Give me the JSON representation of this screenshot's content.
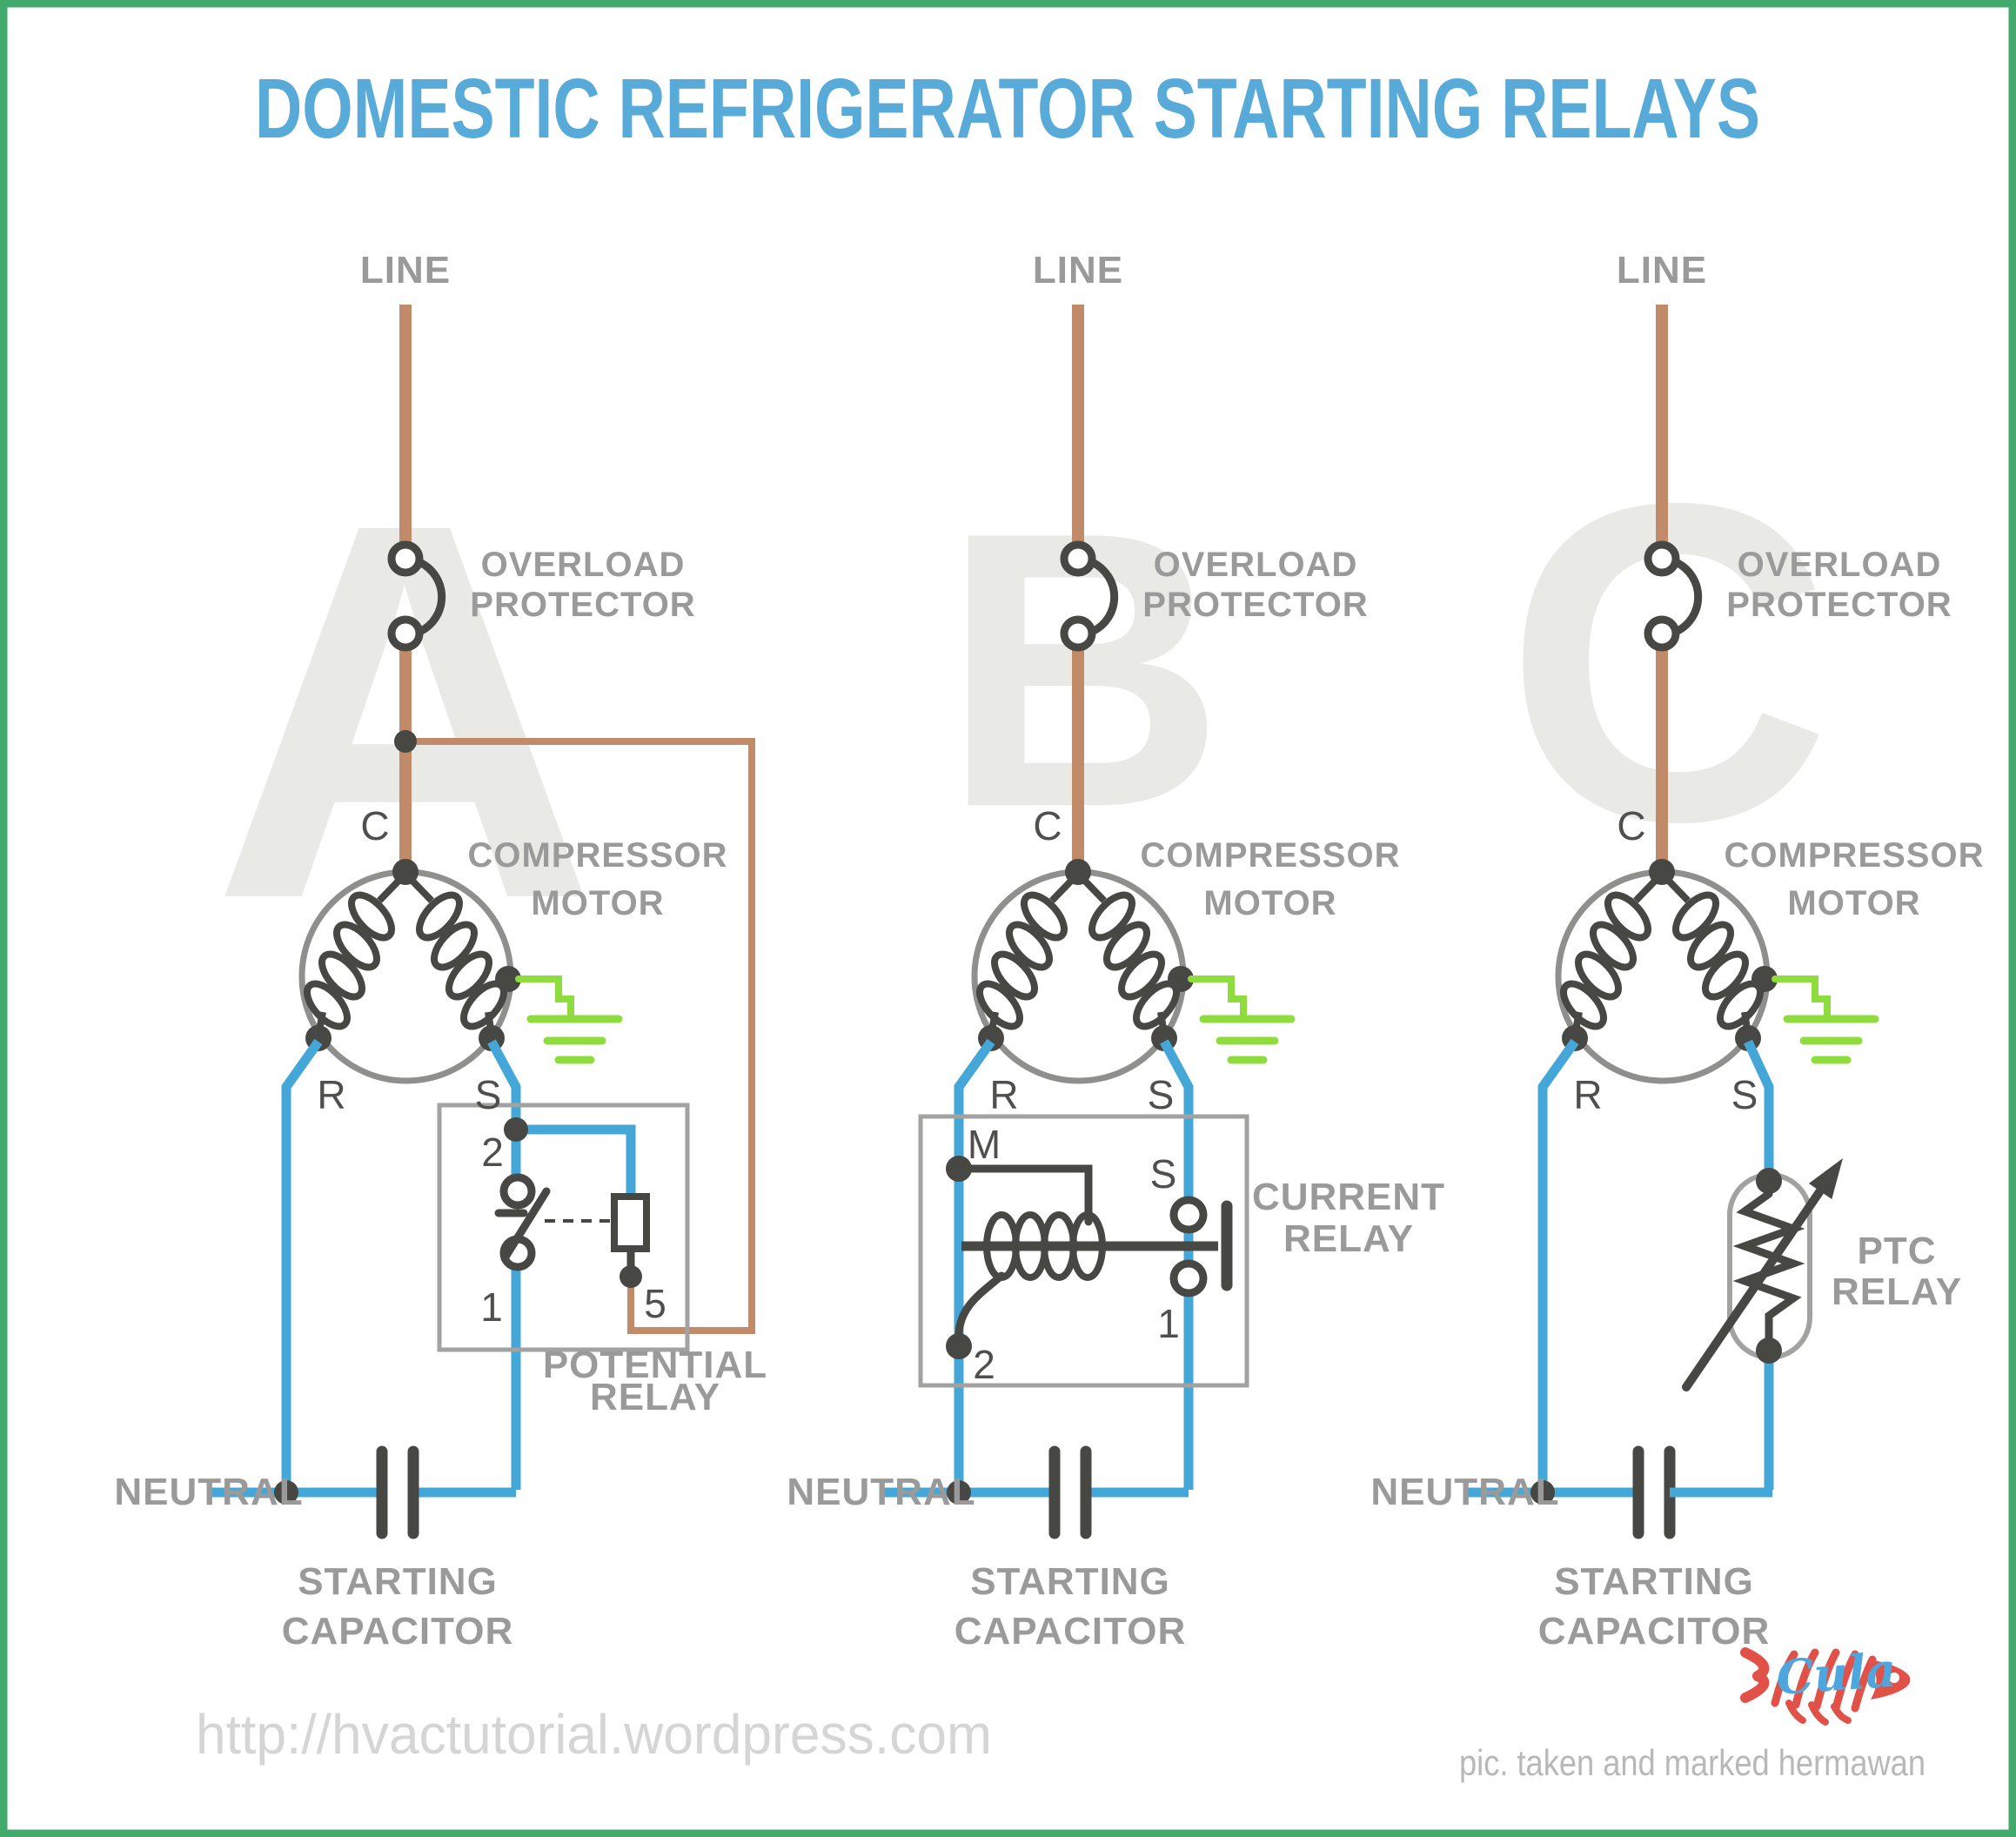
{
  "title": "DOMESTIC REFRIGERATOR STARTING RELAYS",
  "colors": {
    "title_blue": "#58abd9",
    "wire_blue": "#45a7d8",
    "wire_brown": "#c18a68",
    "ground_green": "#8edc3e",
    "border_green": "#41aa6c",
    "label_gray": "#9a9a9a",
    "symbol_dark": "#474743",
    "watermark_gray": "#e9e9e5",
    "logo_red": "#e25148",
    "logo_blue": "#4da7de"
  },
  "circuits": [
    {
      "watermark": "A",
      "line_label": "LINE",
      "overload_line1": "OVERLOAD",
      "overload_line2": "PROTECTOR",
      "motor_line1": "COMPRESSOR",
      "motor_line2": "MOTOR",
      "terminal_c": "C",
      "terminal_r": "R",
      "terminal_s": "S",
      "relay_line1": "POTENTIAL",
      "relay_line2": "RELAY",
      "relay_terminal_2": "2",
      "relay_terminal_1": "1",
      "relay_terminal_5": "5",
      "neutral_label": "NEUTRAL",
      "capacitor_line1": "STARTING",
      "capacitor_line2": "CAPACITOR"
    },
    {
      "watermark": "B",
      "line_label": "LINE",
      "overload_line1": "OVERLOAD",
      "overload_line2": "PROTECTOR",
      "motor_line1": "COMPRESSOR",
      "motor_line2": "MOTOR",
      "terminal_c": "C",
      "terminal_r": "R",
      "terminal_s": "S",
      "relay_line1": "CURRENT",
      "relay_line2": "RELAY",
      "relay_terminal_m": "M",
      "relay_terminal_s": "S",
      "relay_terminal_1": "1",
      "relay_terminal_2": "2",
      "neutral_label": "NEUTRAL",
      "capacitor_line1": "STARTING",
      "capacitor_line2": "CAPACITOR"
    },
    {
      "watermark": "C",
      "line_label": "LINE",
      "overload_line1": "OVERLOAD",
      "overload_line2": "PROTECTOR",
      "motor_line1": "COMPRESSOR",
      "motor_line2": "MOTOR",
      "terminal_c": "C",
      "terminal_r": "R",
      "terminal_s": "S",
      "relay_line1": "PTC",
      "relay_line2": "RELAY",
      "neutral_label": "NEUTRAL",
      "capacitor_line1": "STARTING",
      "capacitor_line2": "CAPACITOR"
    }
  ],
  "footer": {
    "url": "http://hvactutorial.wordpress.com",
    "credit": "pic. taken and marked hermawan",
    "logo_text": "Cula"
  }
}
